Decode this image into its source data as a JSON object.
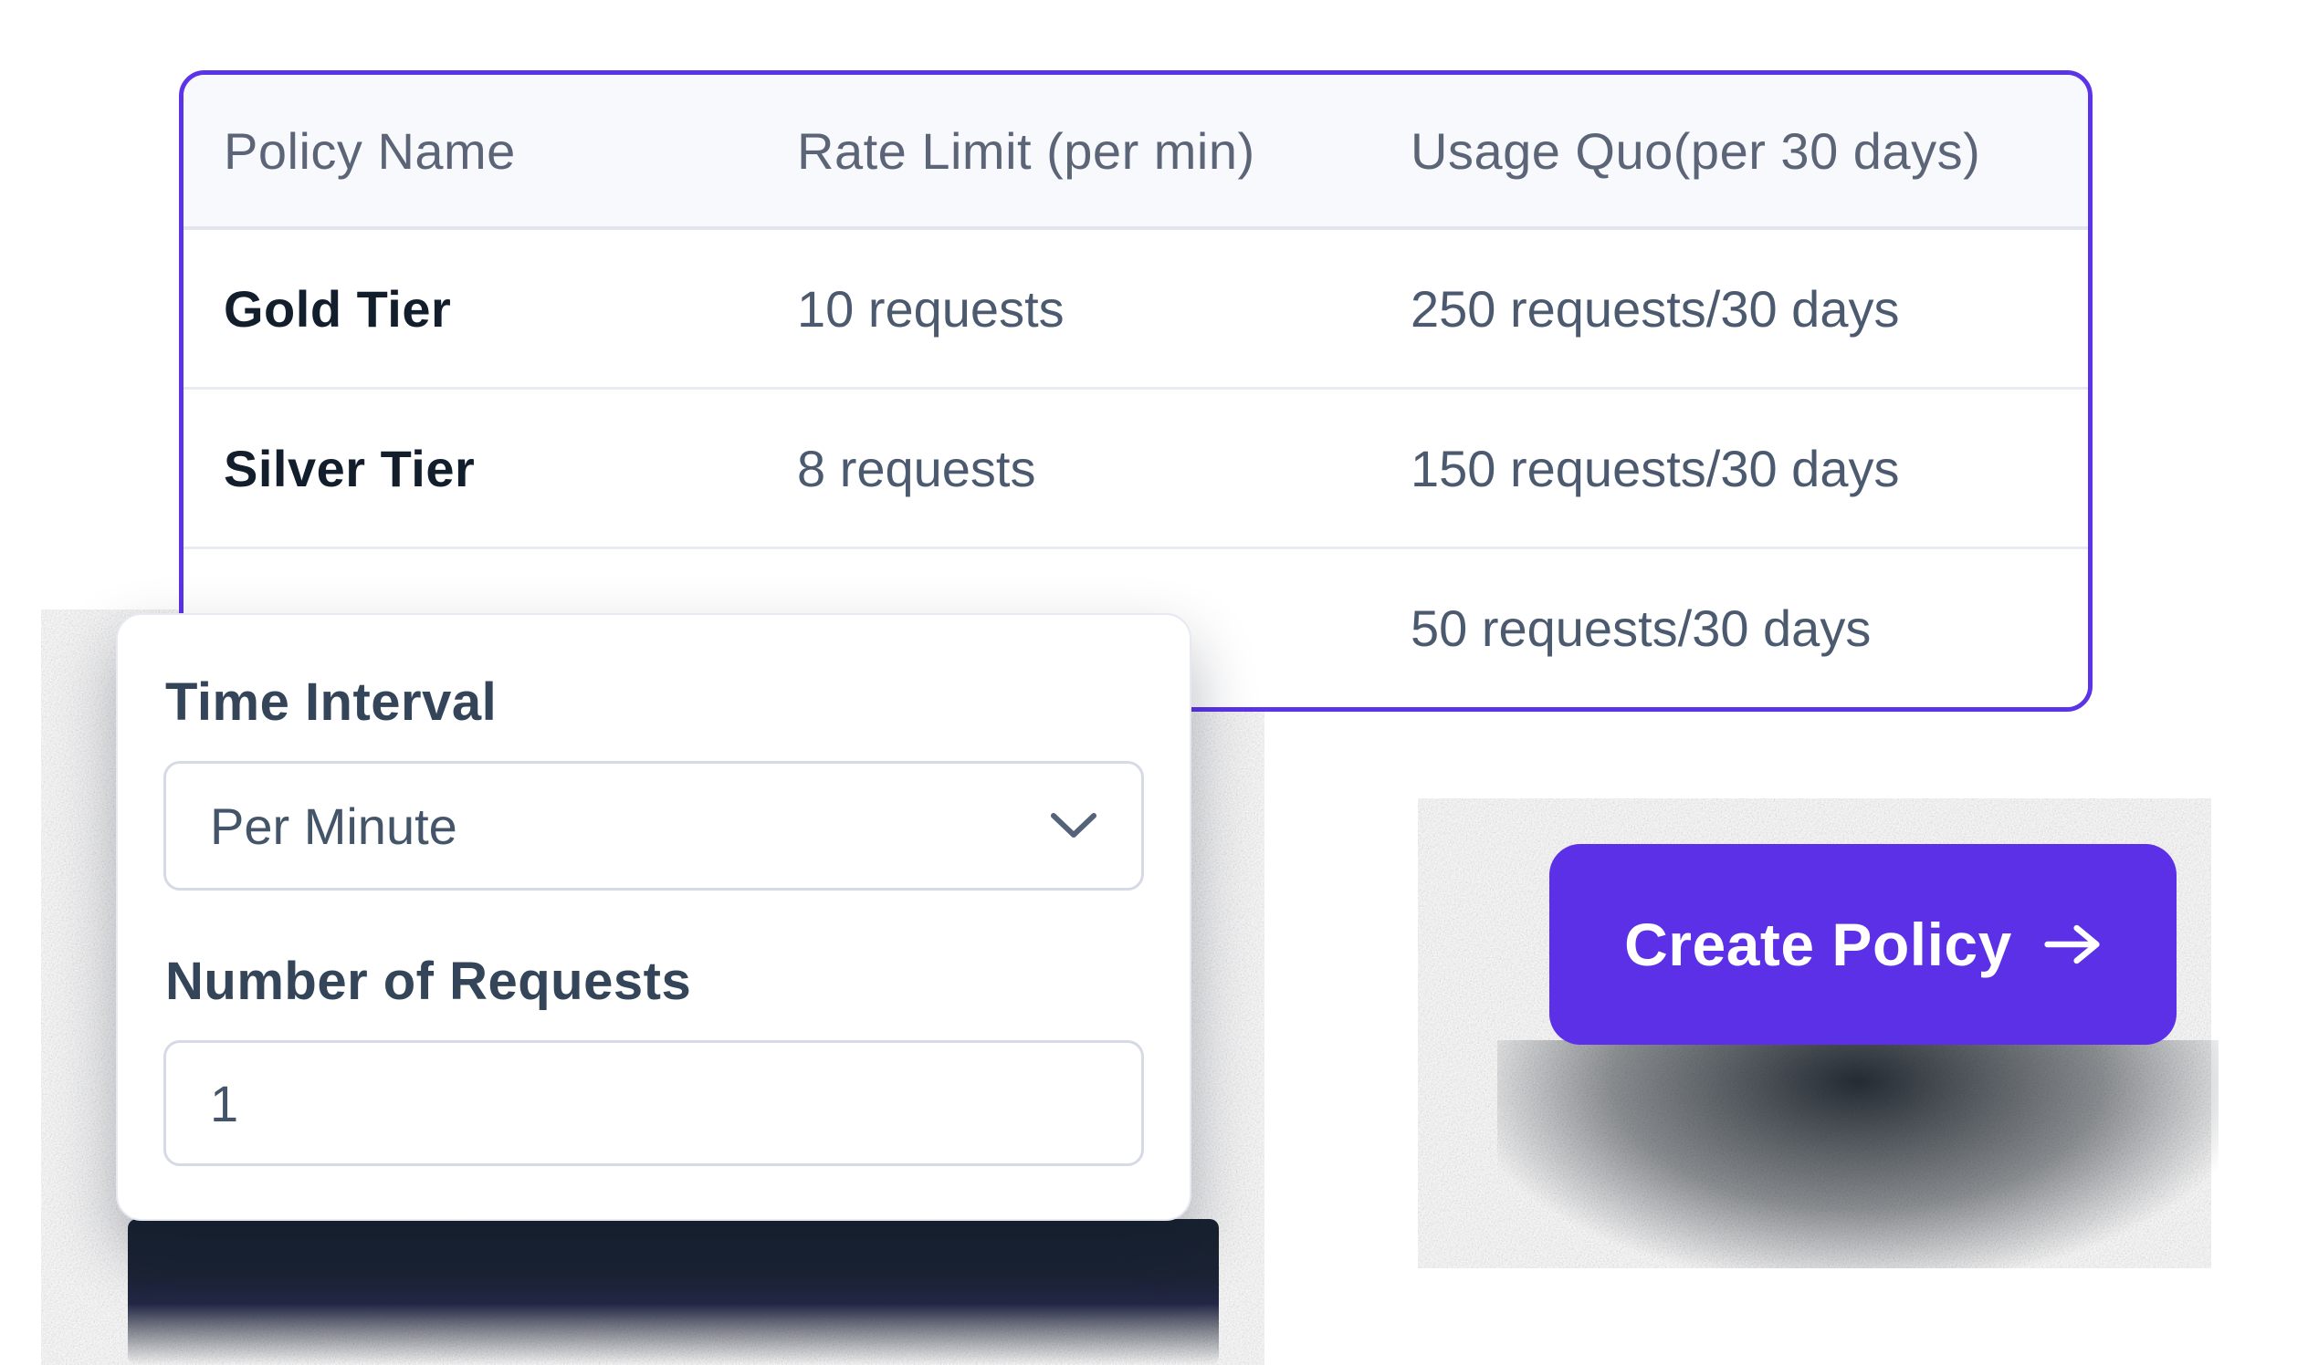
{
  "table": {
    "columns": [
      "Policy Name",
      "Rate Limit (per min)",
      "Usage Quo(per 30 days)"
    ],
    "rows": [
      {
        "name": "Gold Tier",
        "rate": "10 requests",
        "quota": "250 requests/30 days"
      },
      {
        "name": "Silver Tier",
        "rate": "8 requests",
        "quota": "150 requests/30 days"
      },
      {
        "name": "",
        "rate": "",
        "quota": "50 requests/30 days"
      }
    ]
  },
  "form": {
    "time_interval_label": "Time Interval",
    "time_interval_value": "Per Minute",
    "requests_label": "Number of Requests",
    "requests_value": "1"
  },
  "button": {
    "label": "Create Policy"
  },
  "icons": {
    "select": "chevron-down",
    "button": "arrow-right"
  },
  "colors": {
    "table_border": "#5B33E8",
    "button_bg": "#5B30E6",
    "header_bg": "#F8F9FC",
    "header_text": "#5C6577",
    "cell_text": "#4C5A70",
    "policy_name_text": "#131E2C",
    "label_text": "#34455A",
    "control_text": "#44556A",
    "control_border": "#D5DAE4"
  }
}
